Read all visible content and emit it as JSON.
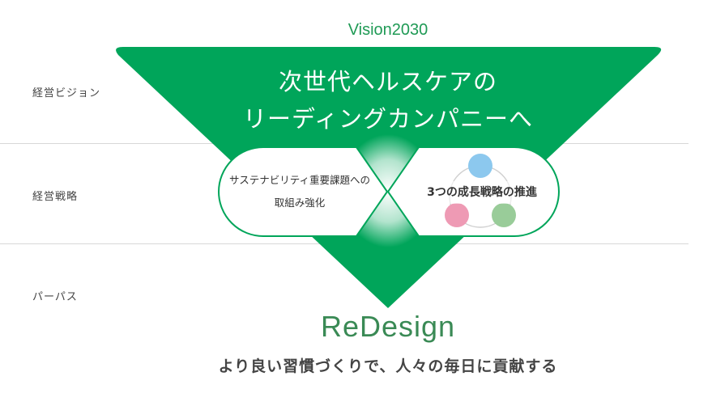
{
  "rows": {
    "vision_label": "経営ビジョン",
    "strategy_label": "経営戦略",
    "purpose_label": "パーパス"
  },
  "vision": {
    "title": "Vision2030",
    "line1": "次世代ヘルスケアの",
    "line2": "リーディングカンパニーへ"
  },
  "strategy": {
    "left_line1": "サステナビリティ重要課題への",
    "left_line2": "取組み強化",
    "right": "3つの成長戦略の推進"
  },
  "purpose": {
    "brand": "ReDesign",
    "statement": "より良い習慣づくりで、人々の毎日に貢献する"
  },
  "colors": {
    "green": "#00a55a",
    "blue": "#8cc8ee",
    "pink": "#ee9ab4",
    "light_green": "#99cc99"
  }
}
